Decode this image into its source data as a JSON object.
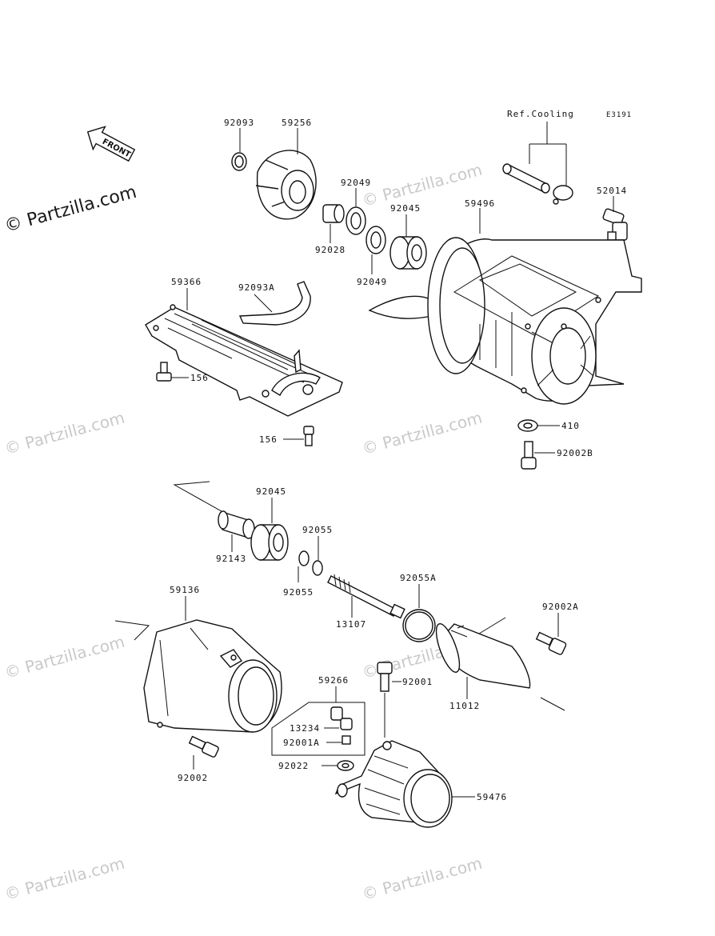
{
  "diagram": {
    "ref_note": "Ref.Cooling",
    "code": "E3191",
    "front_label": "FRONT",
    "watermark_main": "© Partzilla.com",
    "watermark_faint": "© Partzilla.com",
    "labels": {
      "p92093": "92093",
      "p59256": "59256",
      "p92049a": "92049",
      "p92028": "92028",
      "p92045a": "92045",
      "p92049b": "92049",
      "p59496": "59496",
      "p52014": "52014",
      "p59366": "59366",
      "p92093A": "92093A",
      "p156a": "156",
      "p156b": "156",
      "p410": "410",
      "p92002B": "92002B",
      "p92045b": "92045",
      "p92143": "92143",
      "p92055a": "92055",
      "p92055b": "92055",
      "p92055A": "92055A",
      "p13107": "13107",
      "p59136": "59136",
      "p92002A": "92002A",
      "p92001": "92001",
      "p59266": "59266",
      "p13234": "13234",
      "p92001A": "92001A",
      "p11012": "11012",
      "p92022": "92022",
      "p92002": "92002",
      "p59476": "59476"
    }
  }
}
